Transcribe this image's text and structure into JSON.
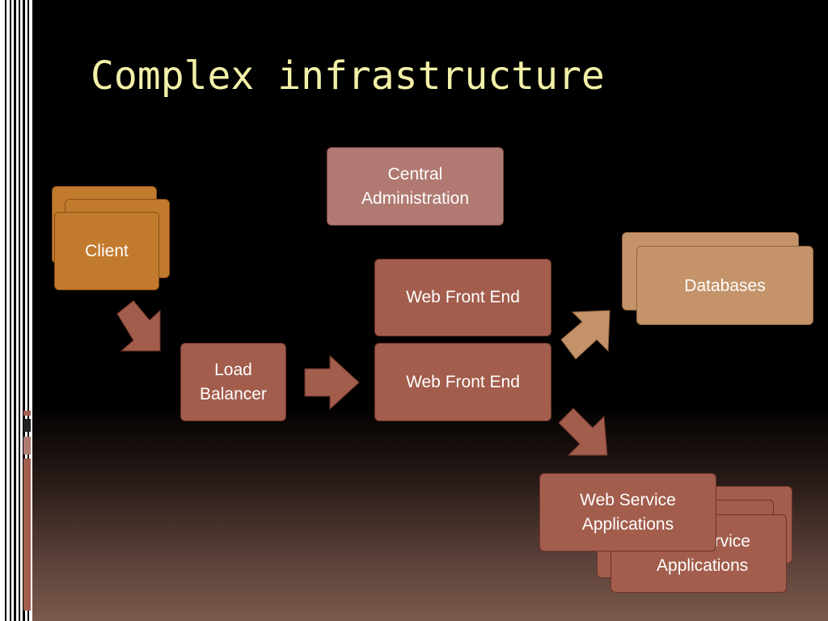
{
  "slide": {
    "title": "Complex infrastructure"
  },
  "diagram": {
    "nodes": {
      "central_admin": {
        "line1": "Central",
        "line2": "Administration"
      },
      "client": {
        "label": "Client"
      },
      "load_balancer": {
        "line1": "Load",
        "line2": "Balancer"
      },
      "web_front_end_1": {
        "label": "Web Front End"
      },
      "web_front_end_2": {
        "label": "Web Front End"
      },
      "databases": {
        "label": "Databases"
      },
      "web_service_apps_front": {
        "line1": "Web Service",
        "line2": "Applications"
      },
      "web_service_apps_back": {
        "line1": "Web Service",
        "line2": "Applications"
      }
    },
    "edges": [
      {
        "from": "client",
        "to": "load_balancer"
      },
      {
        "from": "load_balancer",
        "to": "web_front_end"
      },
      {
        "from": "web_front_end",
        "to": "databases"
      },
      {
        "from": "web_front_end",
        "to": "web_service_apps"
      }
    ]
  },
  "colors": {
    "title": "#f3f0a8",
    "client": "#c27a2e",
    "central_admin": "#b07a72",
    "rust_boxes": "#a25d4c",
    "databases": "#c4936a"
  }
}
